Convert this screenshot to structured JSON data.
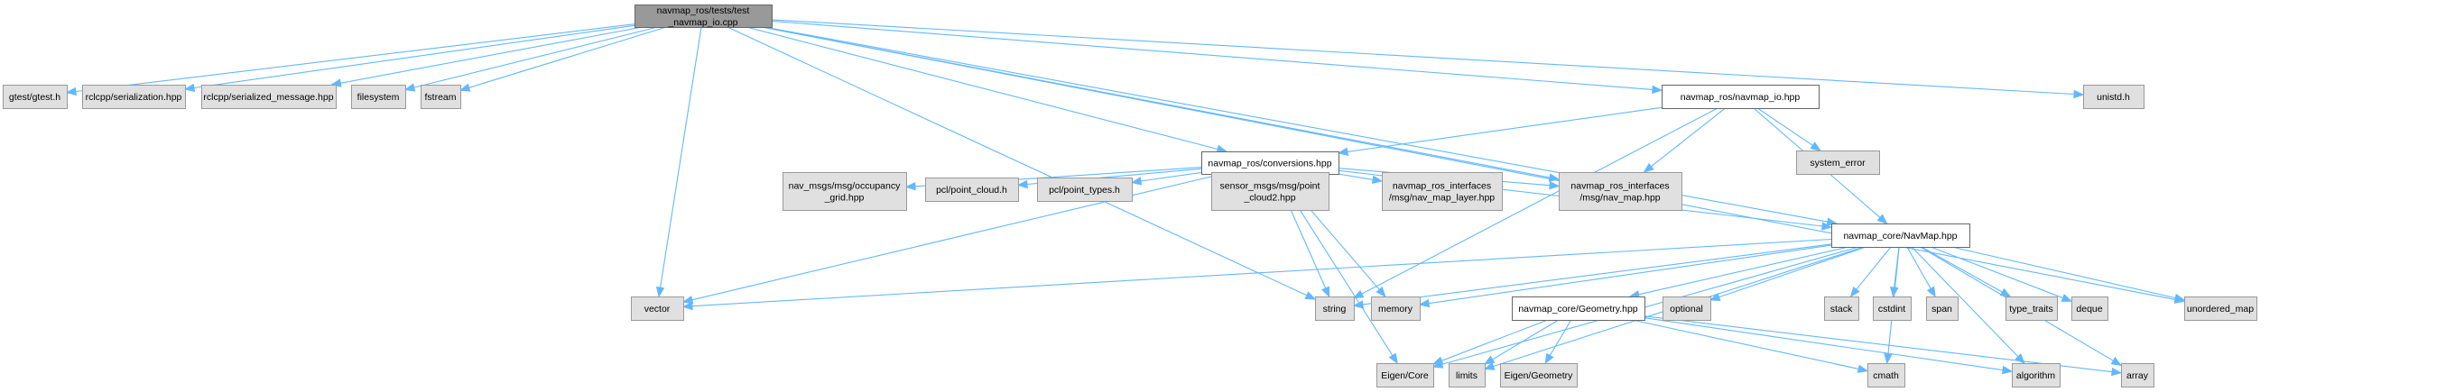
{
  "diagram": {
    "type": "include-dependency-graph",
    "colors": {
      "edge": "#63b8ff",
      "root_fill": "#999999",
      "local_fill": "#ffffff",
      "external_fill": "#e0e0e0"
    },
    "nodes": [
      {
        "id": "root",
        "kind": "root",
        "lines": [
          "navmap_ros/tests/test",
          "_navmap_io.cpp"
        ]
      },
      {
        "id": "gtest",
        "kind": "ext",
        "lines": [
          "gtest/gtest.h"
        ]
      },
      {
        "id": "rclcpp_ser",
        "kind": "ext",
        "lines": [
          "rclcpp/serialization.hpp"
        ]
      },
      {
        "id": "rclcpp_msg",
        "kind": "ext",
        "lines": [
          "rclcpp/serialized_message.hpp"
        ]
      },
      {
        "id": "filesystem",
        "kind": "ext",
        "lines": [
          "filesystem"
        ]
      },
      {
        "id": "fstream",
        "kind": "ext",
        "lines": [
          "fstream"
        ]
      },
      {
        "id": "navmap_io",
        "kind": "local",
        "lines": [
          "navmap_ros/navmap_io.hpp"
        ]
      },
      {
        "id": "unistd",
        "kind": "ext",
        "lines": [
          "unistd.h"
        ]
      },
      {
        "id": "conversions",
        "kind": "local",
        "lines": [
          "navmap_ros/conversions.hpp"
        ]
      },
      {
        "id": "system_error",
        "kind": "ext",
        "lines": [
          "system_error"
        ]
      },
      {
        "id": "occ_grid",
        "kind": "ext",
        "lines": [
          "nav_msgs/msg/occupancy",
          "_grid.hpp"
        ]
      },
      {
        "id": "pcl_cloud",
        "kind": "ext",
        "lines": [
          "pcl/point_cloud.h"
        ]
      },
      {
        "id": "pcl_types",
        "kind": "ext",
        "lines": [
          "pcl/point_types.h"
        ]
      },
      {
        "id": "pc2",
        "kind": "ext",
        "lines": [
          "sensor_msgs/msg/point",
          "_cloud2.hpp"
        ]
      },
      {
        "id": "nav_map_layer",
        "kind": "ext",
        "lines": [
          "navmap_ros_interfaces",
          "/msg/nav_map_layer.hpp"
        ]
      },
      {
        "id": "nav_map_msg",
        "kind": "ext",
        "lines": [
          "navmap_ros_interfaces",
          "/msg/nav_map.hpp"
        ]
      },
      {
        "id": "navmap",
        "kind": "local",
        "lines": [
          "navmap_core/NavMap.hpp"
        ]
      },
      {
        "id": "vector",
        "kind": "ext",
        "lines": [
          "vector"
        ]
      },
      {
        "id": "string",
        "kind": "ext",
        "lines": [
          "string"
        ]
      },
      {
        "id": "memory",
        "kind": "ext",
        "lines": [
          "memory"
        ]
      },
      {
        "id": "geometry",
        "kind": "local",
        "lines": [
          "navmap_core/Geometry.hpp"
        ]
      },
      {
        "id": "optional",
        "kind": "ext",
        "lines": [
          "optional"
        ]
      },
      {
        "id": "stack",
        "kind": "ext",
        "lines": [
          "stack"
        ]
      },
      {
        "id": "cstdint",
        "kind": "ext",
        "lines": [
          "cstdint"
        ]
      },
      {
        "id": "span",
        "kind": "ext",
        "lines": [
          "span"
        ]
      },
      {
        "id": "type_traits",
        "kind": "ext",
        "lines": [
          "type_traits"
        ]
      },
      {
        "id": "deque",
        "kind": "ext",
        "lines": [
          "deque"
        ]
      },
      {
        "id": "unordered_map",
        "kind": "ext",
        "lines": [
          "unordered_map"
        ]
      },
      {
        "id": "eigen_core",
        "kind": "ext",
        "lines": [
          "Eigen/Core"
        ]
      },
      {
        "id": "limits",
        "kind": "ext",
        "lines": [
          "limits"
        ]
      },
      {
        "id": "eigen_geom",
        "kind": "ext",
        "lines": [
          "Eigen/Geometry"
        ]
      },
      {
        "id": "cmath",
        "kind": "ext",
        "lines": [
          "cmath"
        ]
      },
      {
        "id": "algorithm",
        "kind": "ext",
        "lines": [
          "algorithm"
        ]
      },
      {
        "id": "array",
        "kind": "ext",
        "lines": [
          "array"
        ]
      }
    ],
    "edges": [
      [
        "root",
        "gtest"
      ],
      [
        "root",
        "rclcpp_ser"
      ],
      [
        "root",
        "rclcpp_msg"
      ],
      [
        "root",
        "filesystem"
      ],
      [
        "root",
        "fstream"
      ],
      [
        "root",
        "navmap_io"
      ],
      [
        "root",
        "unistd"
      ],
      [
        "root",
        "conversions"
      ],
      [
        "root",
        "nav_map_msg"
      ],
      [
        "root",
        "navmap"
      ],
      [
        "root",
        "vector"
      ],
      [
        "root",
        "string"
      ],
      [
        "root",
        "unordered_map"
      ],
      [
        "navmap_io",
        "conversions"
      ],
      [
        "navmap_io",
        "system_error"
      ],
      [
        "navmap_io",
        "nav_map_msg"
      ],
      [
        "navmap_io",
        "navmap"
      ],
      [
        "navmap_io",
        "string"
      ],
      [
        "conversions",
        "occ_grid"
      ],
      [
        "conversions",
        "pcl_cloud"
      ],
      [
        "conversions",
        "pcl_types"
      ],
      [
        "conversions",
        "pc2"
      ],
      [
        "conversions",
        "nav_map_layer"
      ],
      [
        "conversions",
        "nav_map_msg"
      ],
      [
        "conversions",
        "navmap"
      ],
      [
        "conversions",
        "vector"
      ],
      [
        "conversions",
        "string"
      ],
      [
        "conversions",
        "memory"
      ],
      [
        "conversions",
        "eigen_core"
      ],
      [
        "navmap",
        "vector"
      ],
      [
        "navmap",
        "string"
      ],
      [
        "navmap",
        "memory"
      ],
      [
        "navmap",
        "geometry"
      ],
      [
        "navmap",
        "optional"
      ],
      [
        "navmap",
        "stack"
      ],
      [
        "navmap",
        "cstdint"
      ],
      [
        "navmap",
        "span"
      ],
      [
        "navmap",
        "type_traits"
      ],
      [
        "navmap",
        "deque"
      ],
      [
        "navmap",
        "unordered_map"
      ],
      [
        "navmap",
        "eigen_core"
      ],
      [
        "navmap",
        "limits"
      ],
      [
        "navmap",
        "cmath"
      ],
      [
        "navmap",
        "algorithm"
      ],
      [
        "navmap",
        "array"
      ],
      [
        "geometry",
        "eigen_core"
      ],
      [
        "geometry",
        "limits"
      ],
      [
        "geometry",
        "eigen_geom"
      ],
      [
        "geometry",
        "cmath"
      ],
      [
        "geometry",
        "algorithm"
      ],
      [
        "geometry",
        "array"
      ]
    ]
  }
}
